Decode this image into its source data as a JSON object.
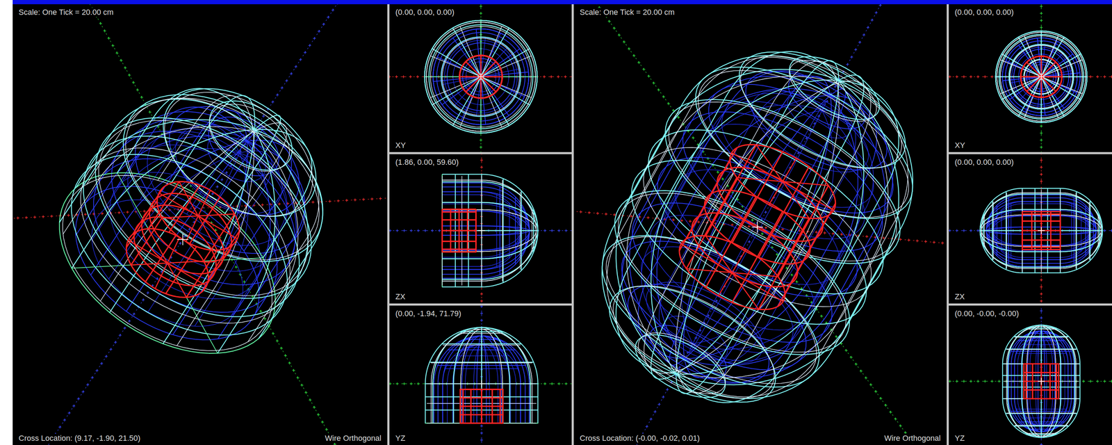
{
  "diagram": {
    "nodes": [
      {
        "text": [
          "Scale: One Tick = 20.00 cm",
          "Cross Location: (9.17, -1.90, 21.50)",
          "Wire Orthogonal"
        ]
      },
      {
        "text": [
          "(0.00, 0.00, 0.00)",
          "XY"
        ]
      },
      {
        "text": [
          "(1.86, 0.00, 59.60)",
          "ZX"
        ]
      },
      {
        "text": [
          "(0.00, -1.94, 71.79)",
          "YZ"
        ]
      },
      {
        "text": [
          "Scale: One Tick = 20.00 cm",
          "Cross Location: (-0.00, -0.02, 0.01)",
          "Wire Orthogonal"
        ]
      },
      {
        "text": [
          "(0.00, 0.00, 0.00)",
          "XY"
        ]
      },
      {
        "text": [
          "(0.00, 0.00, 0.00)",
          "ZX"
        ]
      },
      {
        "text": [
          "(0.00, -0.00, -0.00)",
          "YZ"
        ]
      }
    ]
  }
}
